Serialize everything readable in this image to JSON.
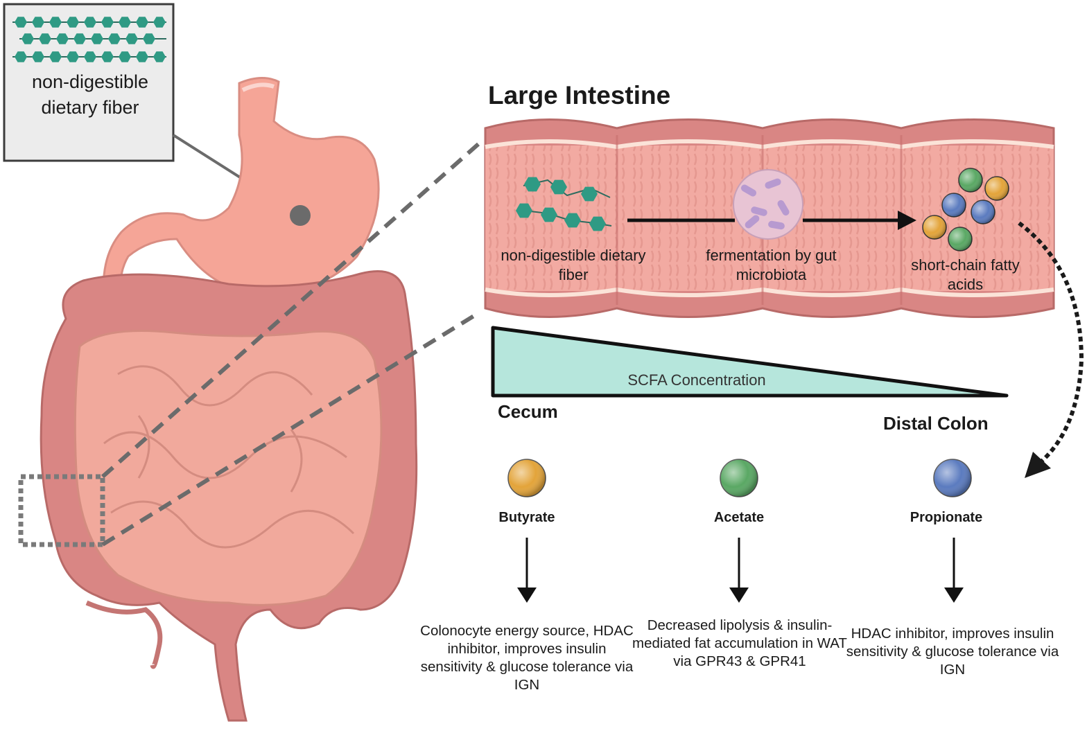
{
  "fiber_box": {
    "label": "non-digestible dietary fiber"
  },
  "title": "Large Intestine",
  "process": {
    "step1": "non-digestible dietary fiber",
    "step2": "fermentation by gut microbiota",
    "step3": "short-chain fatty acids"
  },
  "gradient": {
    "label": "SCFA Concentration",
    "start": "Cecum",
    "end": "Distal Colon",
    "fill_color": "#b6e6dc"
  },
  "acids": [
    {
      "name": "Butyrate",
      "color": "#e3a43a",
      "effect": "Colonocyte energy source, HDAC inhibitor, improves insulin sensitivity & glucose tolerance via IGN"
    },
    {
      "name": "Acetate",
      "color": "#5aa864",
      "effect": "Decreased lipolysis & insulin-mediated fat accumulation in WAT via GPR43 & GPR41"
    },
    {
      "name": "Propionate",
      "color": "#5b7bbf",
      "effect": "HDAC inhibitor, improves insulin sensitivity & glucose tolerance via IGN"
    }
  ],
  "colors": {
    "fiber": "#2f9a84",
    "intestine": "#f1a99c",
    "colon": "#d98684",
    "stomach": "#f5a597",
    "connector": "#6b6b6b"
  },
  "icons": [
    "stomach-icon",
    "intestine-icon",
    "colon-icon",
    "microbe-icon",
    "scfa-molecule-icon",
    "arrow-icon"
  ]
}
